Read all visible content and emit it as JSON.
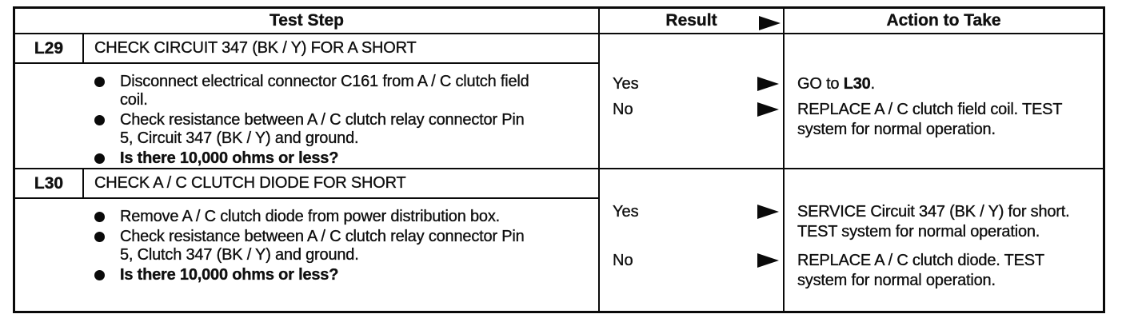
{
  "colors": {
    "ink": "#101010",
    "border": "#0a0a0a",
    "paper": "#ffffff"
  },
  "icons": {
    "result_arrow": "right-filled-triangle"
  },
  "header": {
    "test_step": "Test Step",
    "result": "Result",
    "action": "Action to Take"
  },
  "tests": [
    {
      "id": "L29",
      "title": "CHECK CIRCUIT 347 (BK / Y) FOR A SHORT",
      "bullets": [
        "Disconnect electrical connector C161 from A / C clutch field coil.",
        "Check resistance between A / C clutch relay connector Pin 5, Circuit 347 (BK / Y) and ground.",
        "Is there 10,000 ohms or less?"
      ],
      "results": [
        {
          "label": "Yes",
          "action_prefix": "GO to ",
          "action_bold": "L30",
          "action_suffix": "."
        },
        {
          "label": "No",
          "action_prefix": "REPLACE A / C clutch field coil. TEST system for normal operation.",
          "action_bold": "",
          "action_suffix": ""
        }
      ]
    },
    {
      "id": "L30",
      "title": "CHECK A / C CLUTCH DIODE FOR SHORT",
      "bullets": [
        "Remove A / C clutch diode from power distribution box.",
        "Check resistance between A / C clutch relay connector Pin 5, Clutch 347 (BK / Y) and ground.",
        "Is there 10,000 ohms or less?"
      ],
      "results": [
        {
          "label": "Yes",
          "action_prefix": "SERVICE Circuit 347 (BK / Y) for short. TEST system for normal operation.",
          "action_bold": "",
          "action_suffix": ""
        },
        {
          "label": "No",
          "action_prefix": "REPLACE A / C clutch diode. TEST system for normal operation.",
          "action_bold": "",
          "action_suffix": ""
        }
      ]
    }
  ]
}
